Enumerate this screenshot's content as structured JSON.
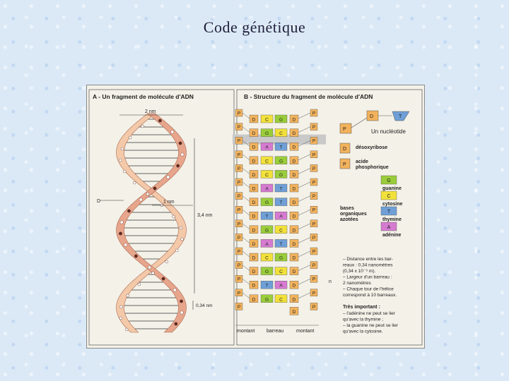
{
  "slide": {
    "title": "Code génétique"
  },
  "panel_a": {
    "title": "A - Un fragment de molécule d'ADN",
    "width_label": "2 nm",
    "rung_label": "1 nm",
    "pitch_label": "3,4 nm",
    "rise_label": "0,34 nm",
    "d_label": "D"
  },
  "panel_b": {
    "title": "B - Structure du fragment de molécule d'ADN",
    "pairs": [
      {
        "l": "C",
        "r": "G"
      },
      {
        "l": "G",
        "r": "C"
      },
      {
        "l": "A",
        "r": "T"
      },
      {
        "l": "C",
        "r": "G"
      },
      {
        "l": "C",
        "r": "G"
      },
      {
        "l": "A",
        "r": "T"
      },
      {
        "l": "G",
        "r": "T"
      },
      {
        "l": "T",
        "r": "A"
      },
      {
        "l": "G",
        "r": "C"
      },
      {
        "l": "A",
        "r": "T"
      },
      {
        "l": "C",
        "r": "G"
      },
      {
        "l": "G",
        "r": "C"
      },
      {
        "l": "T",
        "r": "A"
      },
      {
        "l": "G",
        "r": "C"
      }
    ],
    "p_letter": "P",
    "d_letter": "D",
    "bottom_labels": [
      "montant",
      "barreau",
      "montant"
    ],
    "n_label": "n"
  },
  "legend": {
    "nucleotide_label": "Un nucléotide",
    "p_key": "P",
    "d_key": "D",
    "t_key": "T",
    "desoxyribose_label": "désoxyribose",
    "acide_label_1": "acide",
    "acide_label_2": "phosphorique",
    "bases_group_label": [
      "bases",
      "organiques",
      "azotées"
    ],
    "bases": [
      {
        "letter": "G",
        "name": "guanine"
      },
      {
        "letter": "C",
        "name": "cytosine"
      },
      {
        "letter": "T",
        "name": "thymine"
      },
      {
        "letter": "A",
        "name": "adénine"
      }
    ],
    "notes": [
      "– Distance entre les bar-",
      "reaux : 0,34 nanomètres",
      "(0,34 x 10⁻⁹ m).",
      "– Largeur d'un barreau :",
      "2 nanomètres",
      "– Chaque tour de l'hélice",
      "correspond à 10 barreaux."
    ],
    "important_title": "Très important :",
    "important_notes": [
      "– l'adénine ne peut se lier",
      "qu'avec la thymine ;",
      "– la guanine ne peut se lier",
      "qu'avec la cytosine."
    ]
  },
  "colors": {
    "guanine": "#9acd3a",
    "cytosine": "#f2e13a",
    "thymine": "#6f9fd6",
    "adenine": "#d57bd0",
    "phosphate": "#f2b25c",
    "desoxyribose": "#f2b25c",
    "strand_dark": "#e7a58c",
    "strand_light": "#f3c9a9"
  }
}
